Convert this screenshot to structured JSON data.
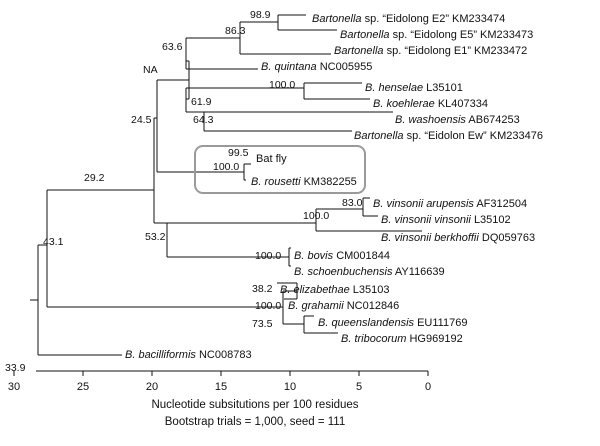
{
  "tree": {
    "taxa": [
      {
        "id": "e2",
        "genus": "Bartonella",
        "rest": " sp. “Eidolong E2”",
        "accession": "KM233474"
      },
      {
        "id": "e5",
        "genus": "Bartonella",
        "rest": " sp. “Eidolong E5”",
        "accession": "KM233473"
      },
      {
        "id": "e1",
        "genus": "Bartonella",
        "rest": " sp. “Eidolong E1”",
        "accession": "KM233472"
      },
      {
        "id": "quin",
        "genus": "B. quintana",
        "rest": "",
        "accession": "NC005955"
      },
      {
        "id": "hens",
        "genus": "B. henselae",
        "rest": "",
        "accession": "L35101"
      },
      {
        "id": "koeh",
        "genus": "B. koehlerae",
        "rest": "",
        "accession": "KL407334"
      },
      {
        "id": "wash",
        "genus": "B. washoensis",
        "rest": "",
        "accession": "AB674253"
      },
      {
        "id": "ew",
        "genus": "Bartonella",
        "rest": " sp. “Eidolon Ew”",
        "accession": "KM233476"
      },
      {
        "id": "batfly",
        "genus": "",
        "rest": "Bat fly",
        "accession": ""
      },
      {
        "id": "rous",
        "genus": "B. rousetti",
        "rest": "",
        "accession": "KM382255"
      },
      {
        "id": "arup",
        "genus": "B. vinsonii arupensis",
        "rest": "",
        "accession": "AF312504"
      },
      {
        "id": "vinv",
        "genus": "B. vinsonii vinsonii",
        "rest": "",
        "accession": "L35102"
      },
      {
        "id": "berk",
        "genus": "B. vinsonii berkhoffii",
        "rest": "",
        "accession": "DQ059763"
      },
      {
        "id": "bov",
        "genus": "B. bovis",
        "rest": "",
        "accession": "CM001844"
      },
      {
        "id": "scho",
        "genus": "B. schoenbuchensis",
        "rest": "",
        "accession": "AY116639"
      },
      {
        "id": "eliz",
        "genus": "B. elizabethae",
        "rest": "",
        "accession": "L35103"
      },
      {
        "id": "grah",
        "genus": "B. grahamii",
        "rest": "",
        "accession": "NC012846"
      },
      {
        "id": "quee",
        "genus": "B. queenslandensis",
        "rest": "",
        "accession": "EU111769"
      },
      {
        "id": "trib",
        "genus": "B. tribocorum",
        "rest": "",
        "accession": "HG969192"
      },
      {
        "id": "baci",
        "genus": "B. bacilliformis",
        "rest": "",
        "accession": "NC008783"
      }
    ],
    "bootstrap_values": {
      "e2e5": "98.9",
      "e2e5e1": "86.3",
      "eidolong_quintana": "63.6",
      "na": "NA",
      "henselae_koehlerae": "100.0",
      "hk_wash": "61.9",
      "hkw_ew": "64.3",
      "outer_upper": "24.5",
      "batfly_rousetti_a": "99.5",
      "batfly_rousetti_b": "100.0",
      "vinsonii_arup_vin": "83.0",
      "vinsonii_all": "100.0",
      "bovis_schoen": "100.0",
      "vinsonii_bovis": "53.2",
      "upper_lower": "29.2",
      "eliz_grah": "38.2",
      "elizabethae_group": "100.0",
      "quee_trib": "73.5",
      "ingroup": "43.1",
      "root": "33.9"
    },
    "axis": {
      "ticks": [
        30,
        25,
        20,
        15,
        10,
        5,
        0
      ],
      "label": "Nucleotide subsitutions per 100 residues",
      "footnote": "Bootstrap trials = 1,000, seed = 111"
    }
  }
}
